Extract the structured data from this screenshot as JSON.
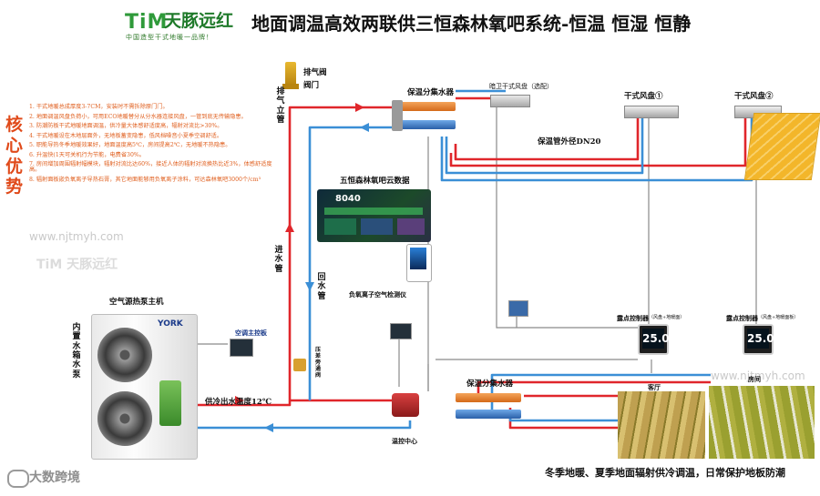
{
  "header": {
    "logo_letters": "TiM",
    "logo_brand": "天豚远红",
    "logo_slogan": "中国造型干式地暖一品牌！",
    "title": "地面调温高效两联供三恒森林氧吧系统-恒温 恒湿 恒静"
  },
  "side": {
    "heading": "核心优势",
    "advantages": [
      "1. 干式地暖总成厚度3-7CM，安装时不需拆除原门门。",
      "2. 地面调温风盘负荷小，可用ECO地暖替分从分水器连接风盘，一管到底无传输隐患。",
      "3. 防潮防板干式地暖地面调温，供冷量大体感舒适度高，辐射对流比>30%。",
      "4. 干式地暖设在木地层面外，无地板蓄变隐患，低风档噪音小夏季空调舒适。",
      "5. 职能导热冬季地暖效果好，地面温度高5℃，房间提高2℃，无地暖不热隐患。",
      "6. 升温快(1天可关机行为节能，电费省30%。",
      "7. 房间增加周围辐射幅模块，辐射对流比达60%，接近人体的辐射对流换热比近3%，体感舒适度高。",
      "8. 辐射面板嵌负氧离子导热石膏，其它地面能够用负氧离子涂料，可达森林氧吧3000个/cm³"
    ]
  },
  "watermarks": {
    "url_left": "www.njtmyh.com",
    "url_right": "www.njtmyh.com",
    "logo_faded": "TiM 天豚远红",
    "corner_logo": "大数跨境"
  },
  "labels": {
    "exhaust_valve": "排气阀",
    "valve": "阀门",
    "exhaust_pipe": "排气立管",
    "manifold_top": "保温分集水器",
    "cabinet_fan": "暗卫干式风盘（选配）",
    "fan_1": "干式风盘①",
    "fan_2": "干式风盘②",
    "pipe_outer": "保温管外径DN20",
    "cloud_data": "五恒森林氧吧云数据",
    "supply_pipe": "进水管",
    "return_pipe": "回水管",
    "ion_detector": "负氧离子空气检测仪",
    "host": "空气源热泵主机",
    "built_in": "内置水箱水泵",
    "ac_panel": "空调主控板",
    "pressure_valve": "压差旁通阀",
    "supply_temp": "供冷出水温度12℃",
    "manifold_bottom": "保温分集水器",
    "control_center": "温控中心",
    "dew_ctrl_1": "露点控制器",
    "dew_ctrl_1_note": "（风盘+地暖面）",
    "dew_ctrl_2": "露点控制器",
    "dew_ctrl_2_note": "（风盘+地暖面板）",
    "living_room": "客厅",
    "bedroom": "房间",
    "brand_york": "YORK",
    "dash_value": "8040",
    "thermo_1": "25.0",
    "thermo_2": "25.0",
    "bottom_caption": "冬季地暖、夏季地面辐射供冷调温，日常保护地板防潮"
  },
  "colors": {
    "hot_pipe": "#e0262b",
    "cold_pipe": "#3b8fd6",
    "signal_line": "#888888",
    "accent_orange": "#e04a1a",
    "brand_green": "#2f9a3a"
  }
}
